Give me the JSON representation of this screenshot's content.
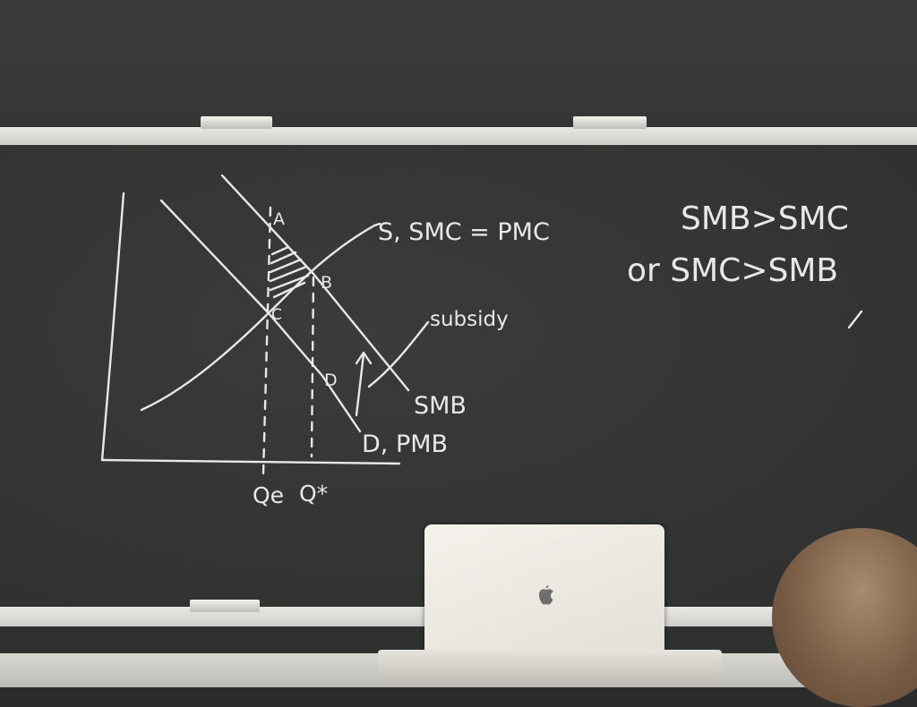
{
  "diagram": {
    "label_a": "A",
    "label_b": "B",
    "label_c": "C",
    "label_d": "D",
    "supply_label": "S, SMC = PMC",
    "subsidy_label": "subsidy",
    "smb_label": "SMB",
    "demand_label": "D, PMB",
    "qe_label": "Qe",
    "qstar_label": "Q*"
  },
  "notes": {
    "line1": "SMB>SMC",
    "line2": "or SMC>SMB"
  },
  "colors": {
    "chalkboard": "#333534",
    "chalk": "#e8e8e4"
  }
}
